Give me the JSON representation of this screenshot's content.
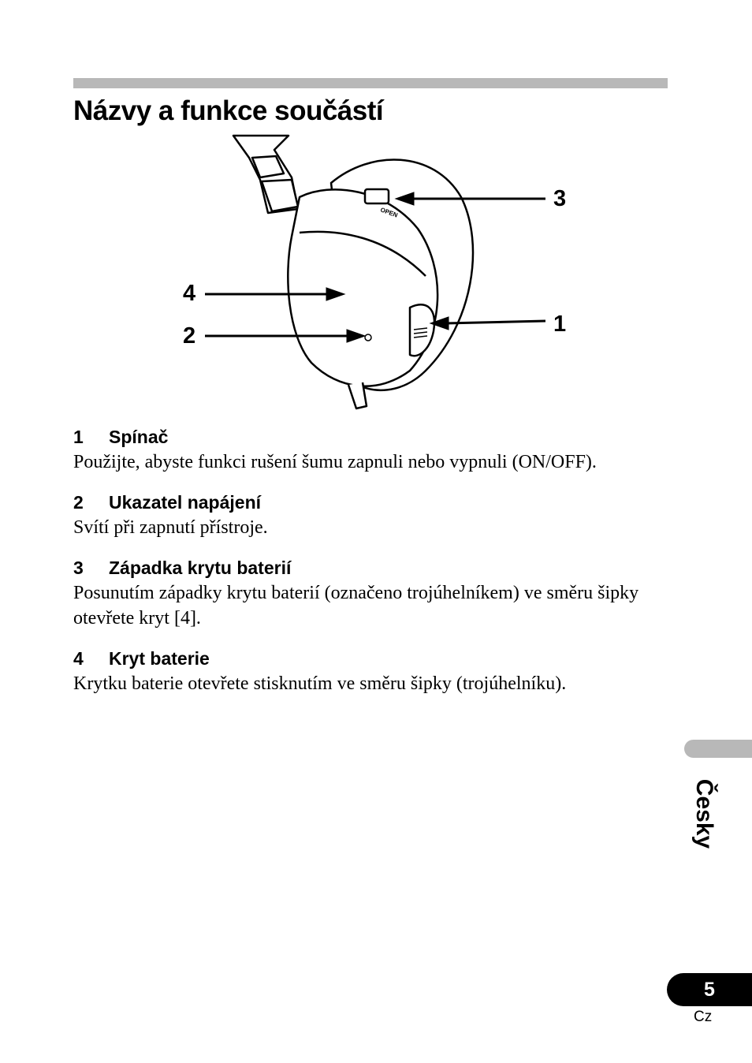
{
  "title": "Názvy a funkce součástí",
  "figure": {
    "callouts": [
      "3",
      "4",
      "2",
      "1"
    ],
    "open_label": "OPEN"
  },
  "parts": [
    {
      "num": "1",
      "name": "Spínač",
      "desc": "Použijte, abyste funkci rušení šumu zapnuli nebo vypnuli (ON/OFF)."
    },
    {
      "num": "2",
      "name": "Ukazatel napájení",
      "desc": "Svítí při zapnutí přístroje."
    },
    {
      "num": "3",
      "name": "Západka krytu baterií",
      "desc": "Posunutím západky krytu baterií (označeno trojúhelníkem) ve směru šipky otevřete kryt [4]."
    },
    {
      "num": "4",
      "name": "Kryt baterie",
      "desc": "Krytku baterie otevřete stisknutím ve směru šipky (trojúhelníku)."
    }
  ],
  "side": {
    "language": "Česky",
    "page_number": "5",
    "page_lang": "Cz"
  },
  "colors": {
    "rule_gray": "#b8b8b8",
    "text": "#000000"
  }
}
